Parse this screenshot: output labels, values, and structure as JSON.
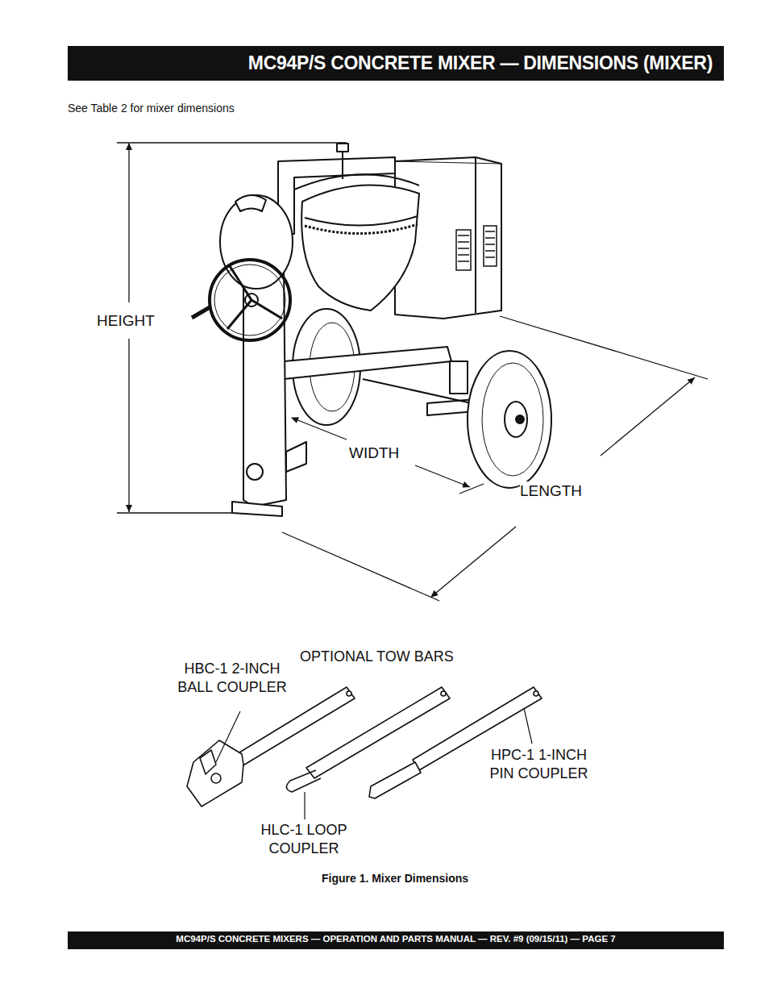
{
  "diagram": {
    "title": "MC94P/S CONCRETE MIXER — DIMENSIONS (MIXER)",
    "caption": "Figure 1. Mixer Dimensions",
    "labels": [
      "See Table 2 for mixer dimensions",
      "HEIGHT",
      "WIDTH",
      "LENGTH",
      "OPTIONAL TOW BARS",
      "HBC-1 2-INCH BALL COUPLER",
      "HLC-1 LOOP COUPLER",
      "HPC-1 1-INCH PIN COUPLER",
      "MC94P/S CONCRETE MIXERS — OPERATION AND PARTS MANUAL — REV. #9 (09/15/11) — PAGE 7"
    ]
  }
}
